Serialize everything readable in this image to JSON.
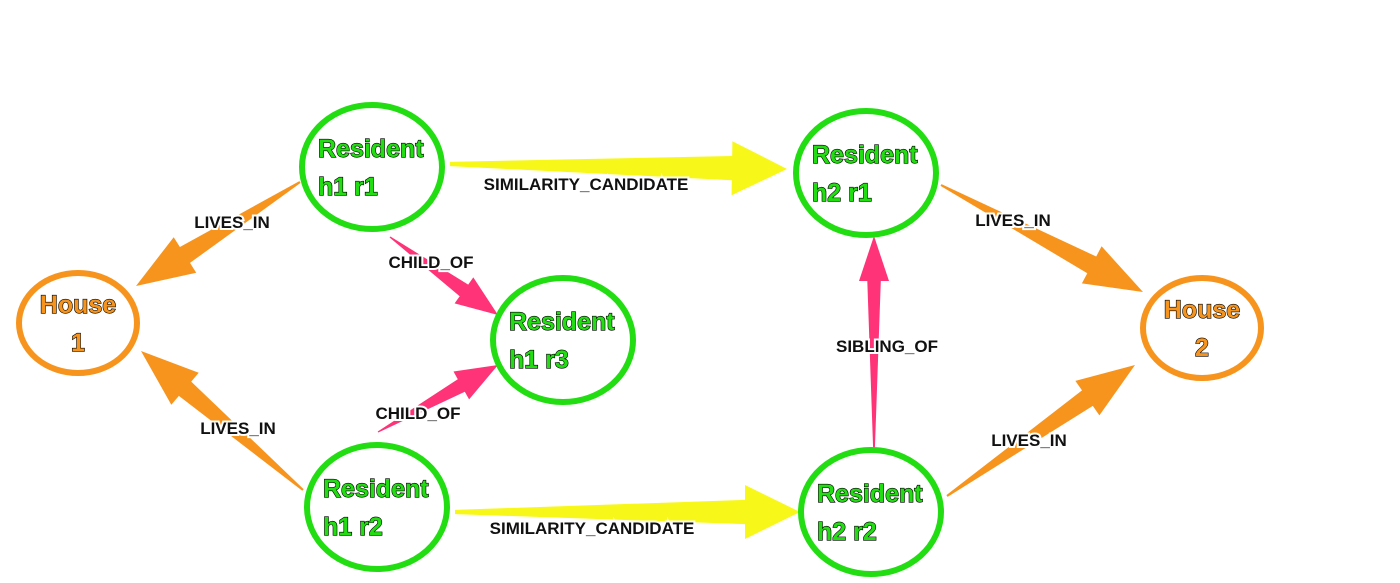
{
  "colors": {
    "resident": "#22dd11",
    "house": "#f7941d",
    "lives_in": "#f7941d",
    "similarity_candidate": "#f7f71a",
    "child_of": "#ff3377",
    "sibling_of": "#ff3377"
  },
  "nodes": [
    {
      "id": "h1r1",
      "kind": "resident",
      "lines": [
        "Resident",
        "h1 r1"
      ]
    },
    {
      "id": "h2r1",
      "kind": "resident",
      "lines": [
        "Resident",
        "h2 r1"
      ]
    },
    {
      "id": "h1r3",
      "kind": "resident",
      "lines": [
        "Resident",
        "h1 r3"
      ]
    },
    {
      "id": "h1r2",
      "kind": "resident",
      "lines": [
        "Resident",
        "h1 r2"
      ]
    },
    {
      "id": "h2r2",
      "kind": "resident",
      "lines": [
        "Resident",
        "h2 r2"
      ]
    },
    {
      "id": "house1",
      "kind": "house",
      "lines": [
        "House",
        "1"
      ]
    },
    {
      "id": "house2",
      "kind": "house",
      "lines": [
        "House",
        "2"
      ]
    }
  ],
  "edges": [
    {
      "id": "e1",
      "from": "h1r1",
      "to": "house1",
      "label": "LIVES_IN",
      "type": "lives_in"
    },
    {
      "id": "e2",
      "from": "h1r2",
      "to": "house1",
      "label": "LIVES_IN",
      "type": "lives_in"
    },
    {
      "id": "e3",
      "from": "h2r1",
      "to": "house2",
      "label": "LIVES_IN",
      "type": "lives_in"
    },
    {
      "id": "e4",
      "from": "h2r2",
      "to": "house2",
      "label": "LIVES_IN",
      "type": "lives_in"
    },
    {
      "id": "e5",
      "from": "h1r1",
      "to": "h2r1",
      "label": "SIMILARITY_CANDIDATE",
      "type": "similarity_candidate"
    },
    {
      "id": "e6",
      "from": "h1r2",
      "to": "h2r2",
      "label": "SIMILARITY_CANDIDATE",
      "type": "similarity_candidate"
    },
    {
      "id": "e7",
      "from": "h1r1",
      "to": "h1r3",
      "label": "CHILD_OF",
      "type": "child_of"
    },
    {
      "id": "e8",
      "from": "h1r2",
      "to": "h1r3",
      "label": "CHILD_OF",
      "type": "child_of"
    },
    {
      "id": "e9",
      "from": "h2r2",
      "to": "h2r1",
      "label": "SIBLING_OF",
      "type": "sibling_of"
    }
  ]
}
